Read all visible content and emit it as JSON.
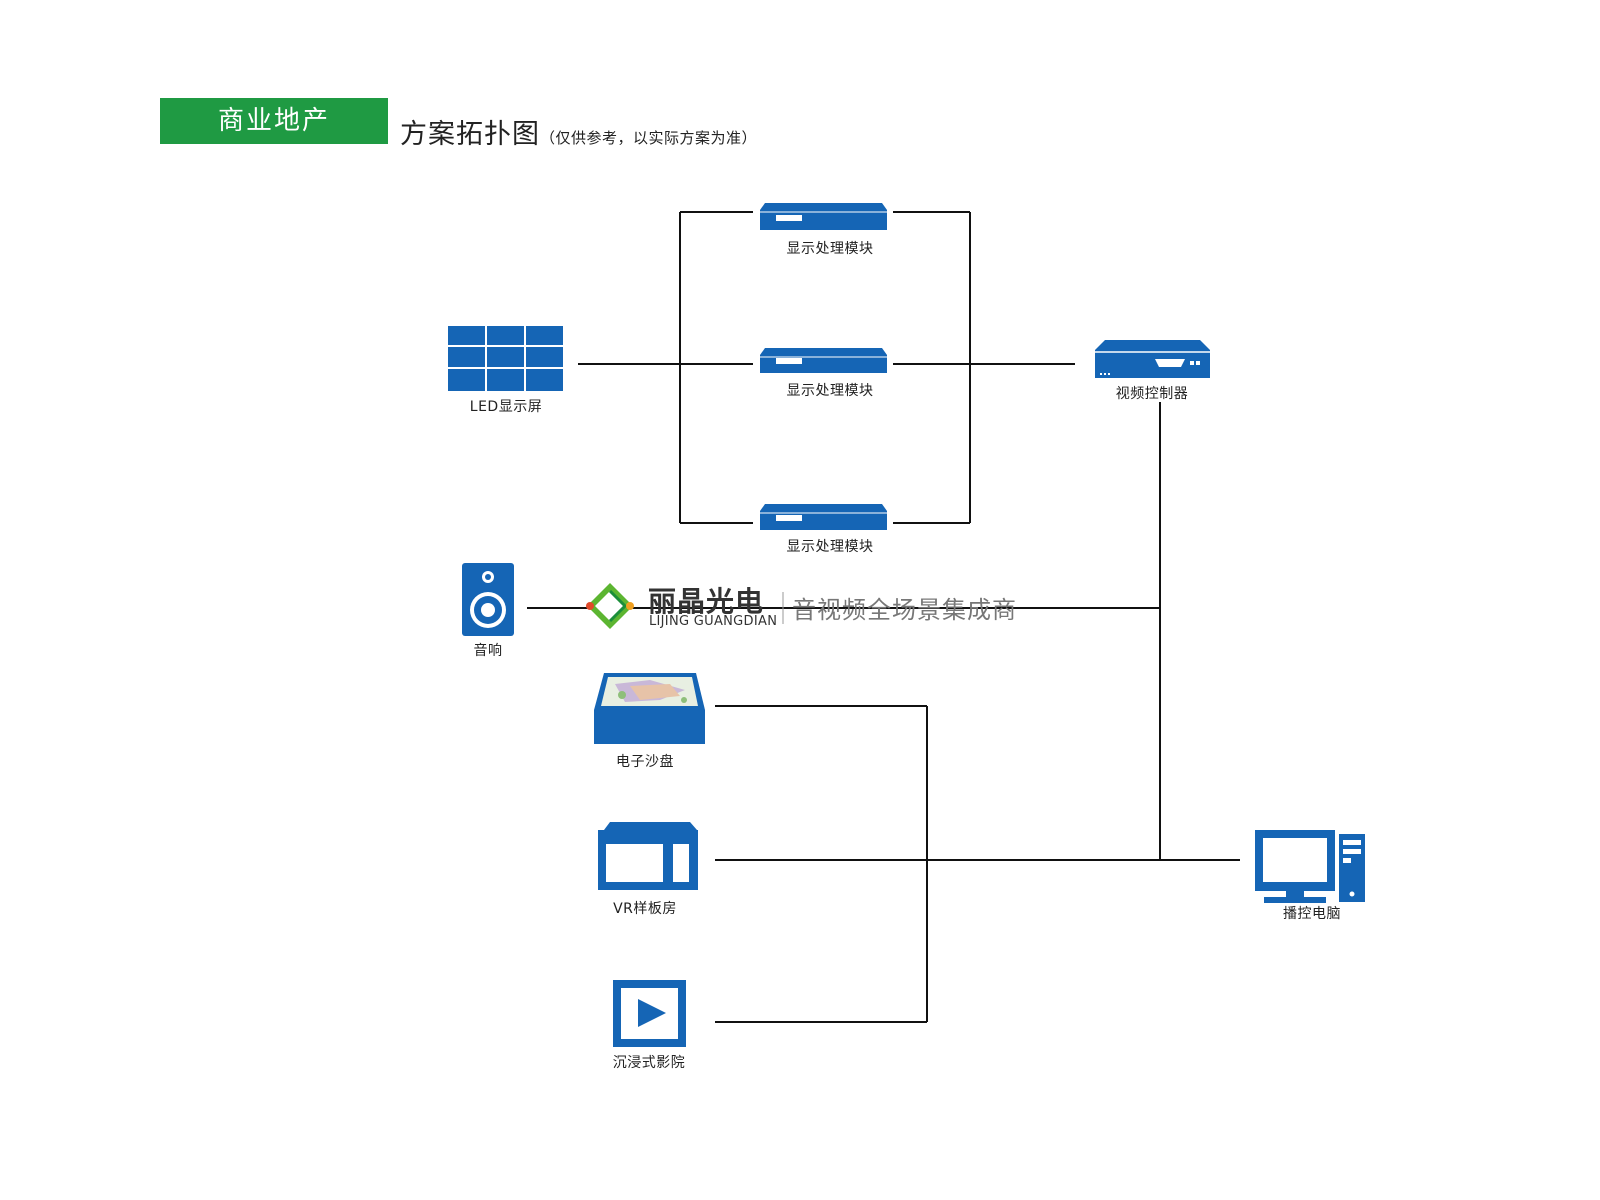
{
  "header": {
    "badge": "商业地产",
    "title": "方案拓扑图",
    "subtitle": "（仅供参考，以实际方案为准）"
  },
  "nodes": {
    "led_screen": "LED显示屏",
    "module_1": "显示处理模块",
    "module_2": "显示处理模块",
    "module_3": "显示处理模块",
    "video_controller": "视频控制器",
    "speaker": "音响",
    "sand_table": "电子沙盘",
    "vr_room": "VR样板房",
    "cinema": "沉浸式影院",
    "control_pc": "播控电脑"
  },
  "watermark": {
    "brand_cn": "丽晶光电",
    "brand_en": "LIJING GUANGDIAN",
    "slogan": "音视频全场景集成商"
  },
  "colors": {
    "device_blue": "#1565b5",
    "badge_green": "#1f9a43",
    "line": "#111111"
  },
  "icons": [
    "led-wall-icon",
    "rack-device-icon",
    "controller-icon",
    "speaker-icon",
    "sand-table-icon",
    "vr-monitor-icon",
    "play-icon",
    "desktop-pc-icon",
    "brand-logo-icon"
  ]
}
